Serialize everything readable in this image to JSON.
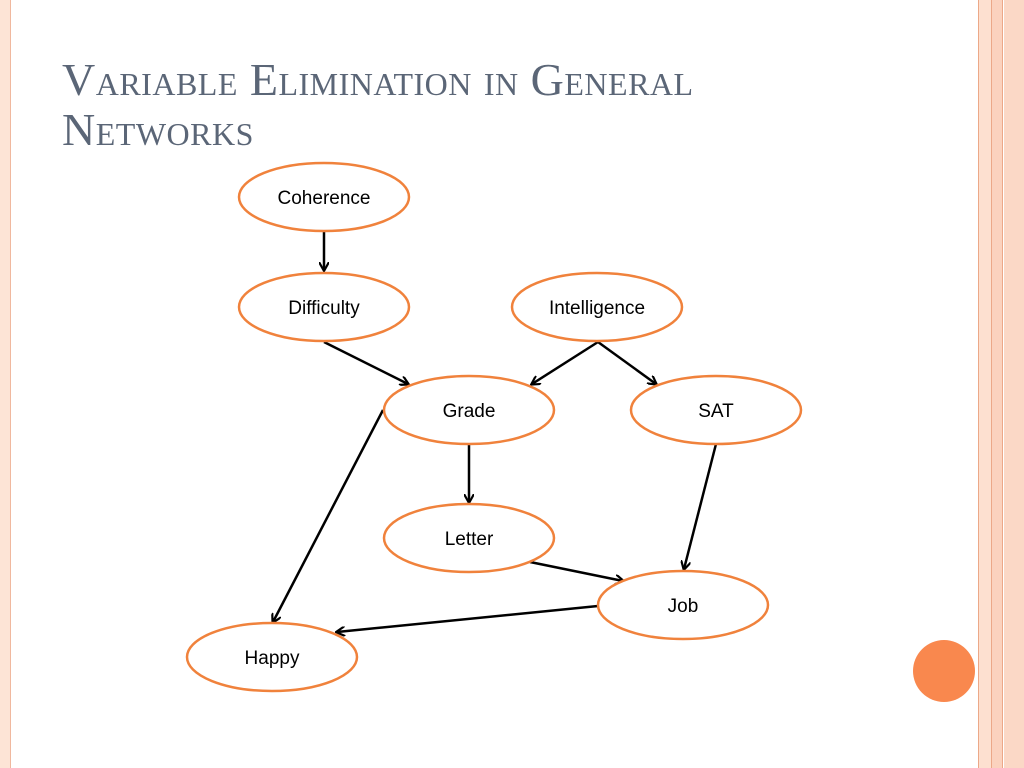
{
  "slide": {
    "title_line1": "Variable Elimination in General",
    "title_line2": "Networks"
  },
  "nodes": [
    {
      "id": "coherence",
      "label": "Coherence"
    },
    {
      "id": "difficulty",
      "label": "Difficulty"
    },
    {
      "id": "intelligence",
      "label": "Intelligence"
    },
    {
      "id": "grade",
      "label": "Grade"
    },
    {
      "id": "sat",
      "label": "SAT"
    },
    {
      "id": "letter",
      "label": "Letter"
    },
    {
      "id": "job",
      "label": "Job"
    },
    {
      "id": "happy",
      "label": "Happy"
    }
  ],
  "edges": [
    {
      "from": "Coherence",
      "to": "Difficulty"
    },
    {
      "from": "Difficulty",
      "to": "Grade"
    },
    {
      "from": "Intelligence",
      "to": "Grade"
    },
    {
      "from": "Intelligence",
      "to": "SAT"
    },
    {
      "from": "Grade",
      "to": "Letter"
    },
    {
      "from": "Grade",
      "to": "Happy"
    },
    {
      "from": "SAT",
      "to": "Job"
    },
    {
      "from": "Letter",
      "to": "Job"
    },
    {
      "from": "Job",
      "to": "Happy"
    }
  ],
  "colors": {
    "node_outline": "#f0823c",
    "accent_dot": "#f9884e",
    "title": "#5b6677"
  }
}
